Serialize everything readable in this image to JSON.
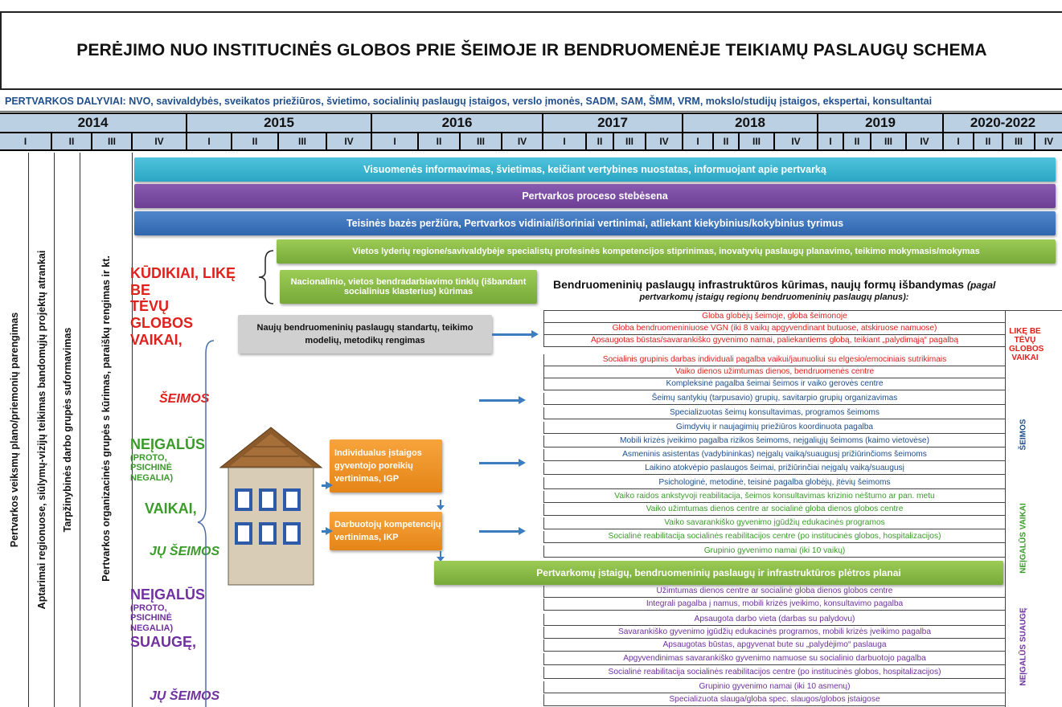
{
  "title": "PERĖJIMO NUO INSTITUCINĖS GLOBOS PRIE ŠEIMOJE IR BENDRUOMENĖJE TEIKIAMŲ PASLAUGŲ SCHEMA",
  "participants": {
    "label": "PERTVARKOS DALYVIAI:",
    "text": "NVO, savivaldybės, sveikatos priežiūros, švietimo, socialinių paslaugų įstaigos, verslo įmonės,  SADM, SAM, ŠMM, VRM, mokslo/studijų įstaigos, ekspertai, konsultantai"
  },
  "years": [
    "2014",
    "2015",
    "2016",
    "2017",
    "2018",
    "2019",
    "2020-2022"
  ],
  "quarters": [
    "I",
    "II",
    "III",
    "IV",
    "I",
    "II",
    "III",
    "IV",
    "I",
    "II",
    "III",
    "IV",
    "I",
    "II",
    "III",
    "IV",
    "I",
    "II",
    "III",
    "IV",
    "I",
    "II",
    "III",
    "IV",
    "I",
    "II",
    "III",
    "IV"
  ],
  "vertical_labels": {
    "col1": "Pertvarkos veiksmų plano/priemonių parengimas",
    "col2": "Aptarimai regionuose, siūlymų-vizijų teikimas bandomųjų projektų atrankai",
    "col3": "Tarpžinybinės darbo grupės suformavimas",
    "col4": "Pertvarkos organizacinės grupės s kūrimas, paraiškų rengimas ir kt."
  },
  "bars": {
    "info": "Visuomenės informavimas, švietimas, keičiant vertybines nuostatas, informuojant apie pertvarką",
    "monitoring": "Pertvarkos proceso stebėsena",
    "legal": "Teisinės bazės peržiūra, Pertvarkos vidiniai/išoriniai vertinimai, atliekant kiekybinius/kokybinius tyrimus",
    "leaders": "Vietos lyderių regione/savivaldybėje specialistų profesinės kompetencijos stiprinimas, inovatyvių paslaugų planavimo, teikimo mokymasis/mokymas",
    "networks": "Nacionalinio, vietos bendradarbiavimo tinklų (išbandant socialinius klasterius) kūrimas",
    "standards": "Naujų bendruomeninių paslaugų standartų, teikimo modelių, metodikų rengimas",
    "igp": "Individualus įstaigos gyventojo poreikių vertinimas, IGP",
    "ikp": "Darbuotojų kompetencijų vertinimas, IKP",
    "plans": "Pertvarkomų įstaigų, bendruomeninių paslaugų ir infrastruktūros plėtros planai"
  },
  "groups": {
    "orphans_line1": "KŪDIKIAI, LIKĘ",
    "orphans_line2": "BE",
    "orphans_line3": "TĖVŲ",
    "orphans_line4": "GLOBOS",
    "orphans_line5": "VAIKAI,",
    "orphans_families": "ŠEIMOS",
    "disabled_children_line1": "NEĮGALŪS",
    "disabled_children_line2": "(PROTO,",
    "disabled_children_line3": "PSICHINĖ",
    "disabled_children_line4": "NEGALIA)",
    "disabled_children_line5": "VAIKAI,",
    "disabled_children_families": "JŲ ŠEIMOS",
    "disabled_adults_line1": "NEĮGALŪS",
    "disabled_adults_line2": "(PROTO,",
    "disabled_adults_line3": "PSICHINĖ",
    "disabled_adults_line4": "NEGALIA)",
    "disabled_adults_line5": "SUAUGĘ,",
    "disabled_adults_families": "JŲ ŠEIMOS"
  },
  "infrastructure": {
    "heading": "Bendruomeninių paslaugų infrastruktūros kūrimas, naujų formų išbandymas",
    "heading_note": "(pagal",
    "subheading": "pertvarkomų įstaigų regionų bendruomeninių paslaugų planus):"
  },
  "services": {
    "red": [
      "Globa globėjų šeimoje, globa šeimonoje",
      "Globa bendruomeniniuose VGN (iki 8 vaikų apgyvendinant butuose, atskiruose namuose)",
      "Apsaugotas būstas/savarankiško gyvenimo namai, paliekantiems globą, teikiant „palydimąją“ pagalbą",
      "Socialinis grupinis darbas individuali pagalba vaikui/jaunuoliui su elgesio/emociniais sutrikimais",
      "Vaiko dienos užimtumas dienos, bendruomenės centre"
    ],
    "blue": [
      "Kompleksinė pagalba šeimai šeimos ir vaiko gerovės centre",
      "Šeimų santykių (tarpusavio) grupių, savitarpio grupių organizavimas",
      "Specializuotas šeimų konsultavimas, programos šeimoms",
      "Gimdyvių ir naujagimių priežiūros koordinuota pagalba",
      "Mobili krizės įveikimo pagalba rizikos šeimoms, neįgaliųjų šeimoms (kaimo vietovėse)",
      "Asmeninis asistentas (vadybininkas) neįgalų vaiką/suaugusį prižiūrinčioms šeimoms",
      "Laikino atokvėpio paslaugos šeimai, prižiūrinčiai neįgalų vaiką/suaugusį",
      "Psichologinė, metodinė, teisinė pagalba globėjų, įtėvių šeimoms"
    ],
    "green": [
      "Vaiko raidos ankstyvoji reabilitacija, šeimos konsultavimas krizinio nėštumo ar pan. metu",
      "Vaiko užimtumas dienos centre ar  socialinė globa dienos globos centre",
      "Vaiko savarankiško gyvenimo įgūdžių edukacinės programos",
      "Socialinė reabilitacija socialinės reabilitacijos centre (po institucinės globos, hospitalizacijos)",
      "Grupinio gyvenimo namai (iki 10 vaikų)"
    ],
    "purple": [
      "Užimtumas dienos centre ar  socialinė globa dienos globos centre",
      "Integrali pagalba į namus, mobili krizės įveikimo, konsultavimo pagalba",
      "Apsaugota darbo vieta (darbas su palydovu)",
      "Savarankiško gyvenimo įgūdžių edukacinės programos, mobili krizės įveikimo pagalba",
      "Apsaugotas būstas, apgyvenat bute su „palydėjimo“ paslauga",
      "Apgyvendinimas savarankiško gyvenimo namuose su socialinio darbuotojo pagalba",
      "Socialinė reabilitacija socialinės reabilitacijos centre (po institucinės globos, hospitalizacijos)",
      "Grupinio gyvenimo namai (iki 10 asmenų)",
      "Specializuota slauga/globa spec. slaugos/globos įstaigose"
    ]
  },
  "side_labels": {
    "orphans": "LIKĘ BE TĖVŲ GLOBOS VAIKAI",
    "families": "ŠEIMOS",
    "disabled_children": "NEĮGALŪS VAIKAI",
    "disabled_adults": "NEĮGALŪS SUAUGĘ"
  },
  "colors": {
    "red": "#e0201c",
    "blue": "#1f4e8c",
    "green": "#3a9a2a",
    "purple": "#7030a0",
    "header_bg": "#bcd0e4",
    "bar_cyan": "#2aa6c4",
    "bar_purple": "#6c3f94",
    "bar_blue": "#2f66ad",
    "bar_green": "#77a93a",
    "bar_orange": "#e58518",
    "bar_gray": "#d0d0d0"
  }
}
